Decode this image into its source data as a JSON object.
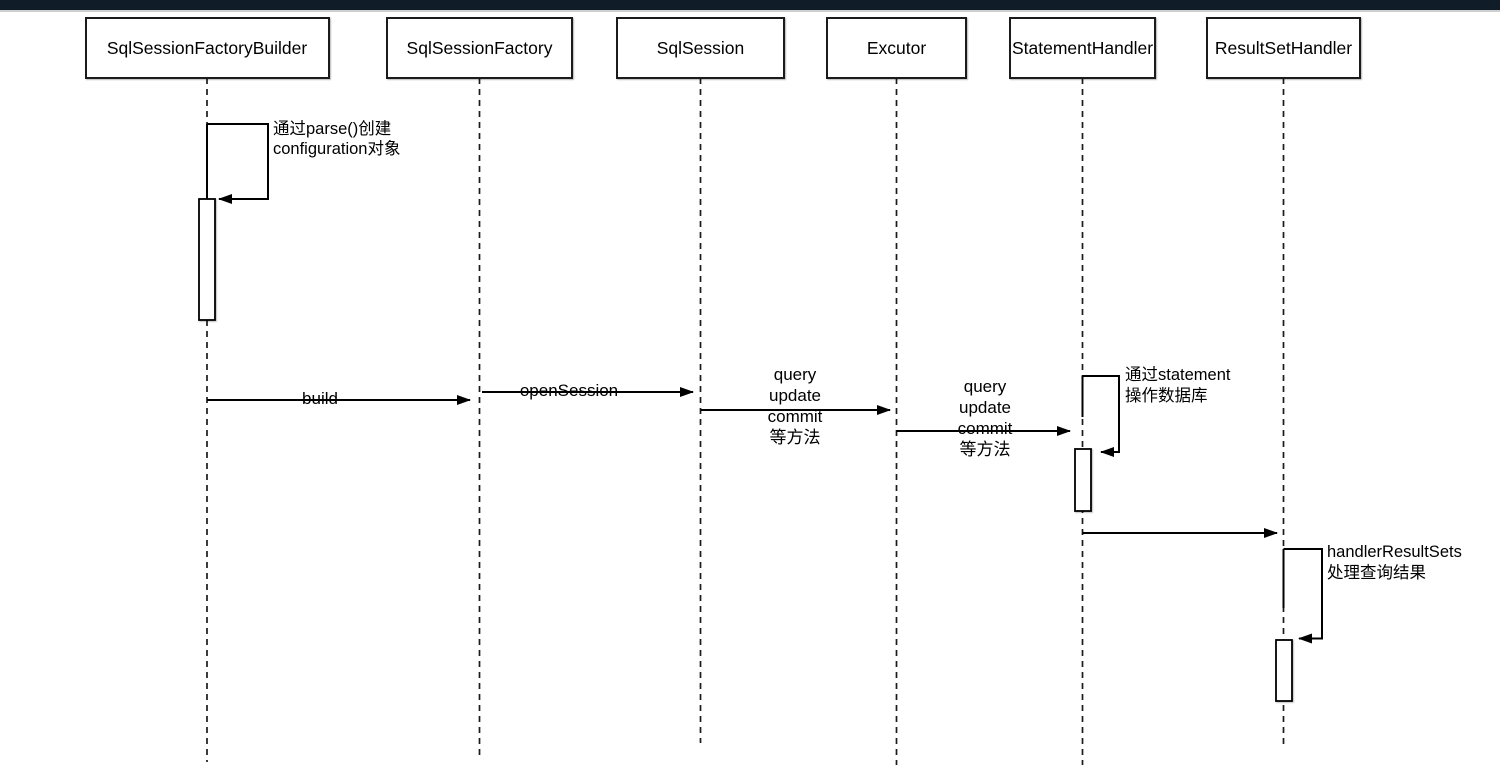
{
  "top_bar": {
    "color": "#101c28",
    "divider_color": "#cfcfcf"
  },
  "participants": [
    {
      "name": "SqlSessionFactoryBuilder"
    },
    {
      "name": "SqlSessionFactory"
    },
    {
      "name": "SqlSession"
    },
    {
      "name": "Excutor"
    },
    {
      "name": "StatementHandler"
    },
    {
      "name": "ResultSetHandler"
    }
  ],
  "messages": {
    "parse_note": {
      "lines": [
        "通过parse()创建",
        "configuration对象"
      ]
    },
    "build": {
      "label": "build"
    },
    "open_session": {
      "label": "openSession"
    },
    "query_to_excutor": {
      "lines": [
        "query",
        "update",
        "commit",
        "等方法"
      ]
    },
    "query_to_statement_handler": {
      "lines": [
        "query",
        "update",
        "commit",
        "等方法"
      ]
    },
    "statement_note": {
      "lines": [
        "通过statement",
        "操作数据库"
      ]
    },
    "result_note": {
      "lines": [
        "handlerResultSets",
        "处理查询结果"
      ]
    }
  },
  "colors": {
    "line": "#000000",
    "box_fill": "#ffffff"
  }
}
